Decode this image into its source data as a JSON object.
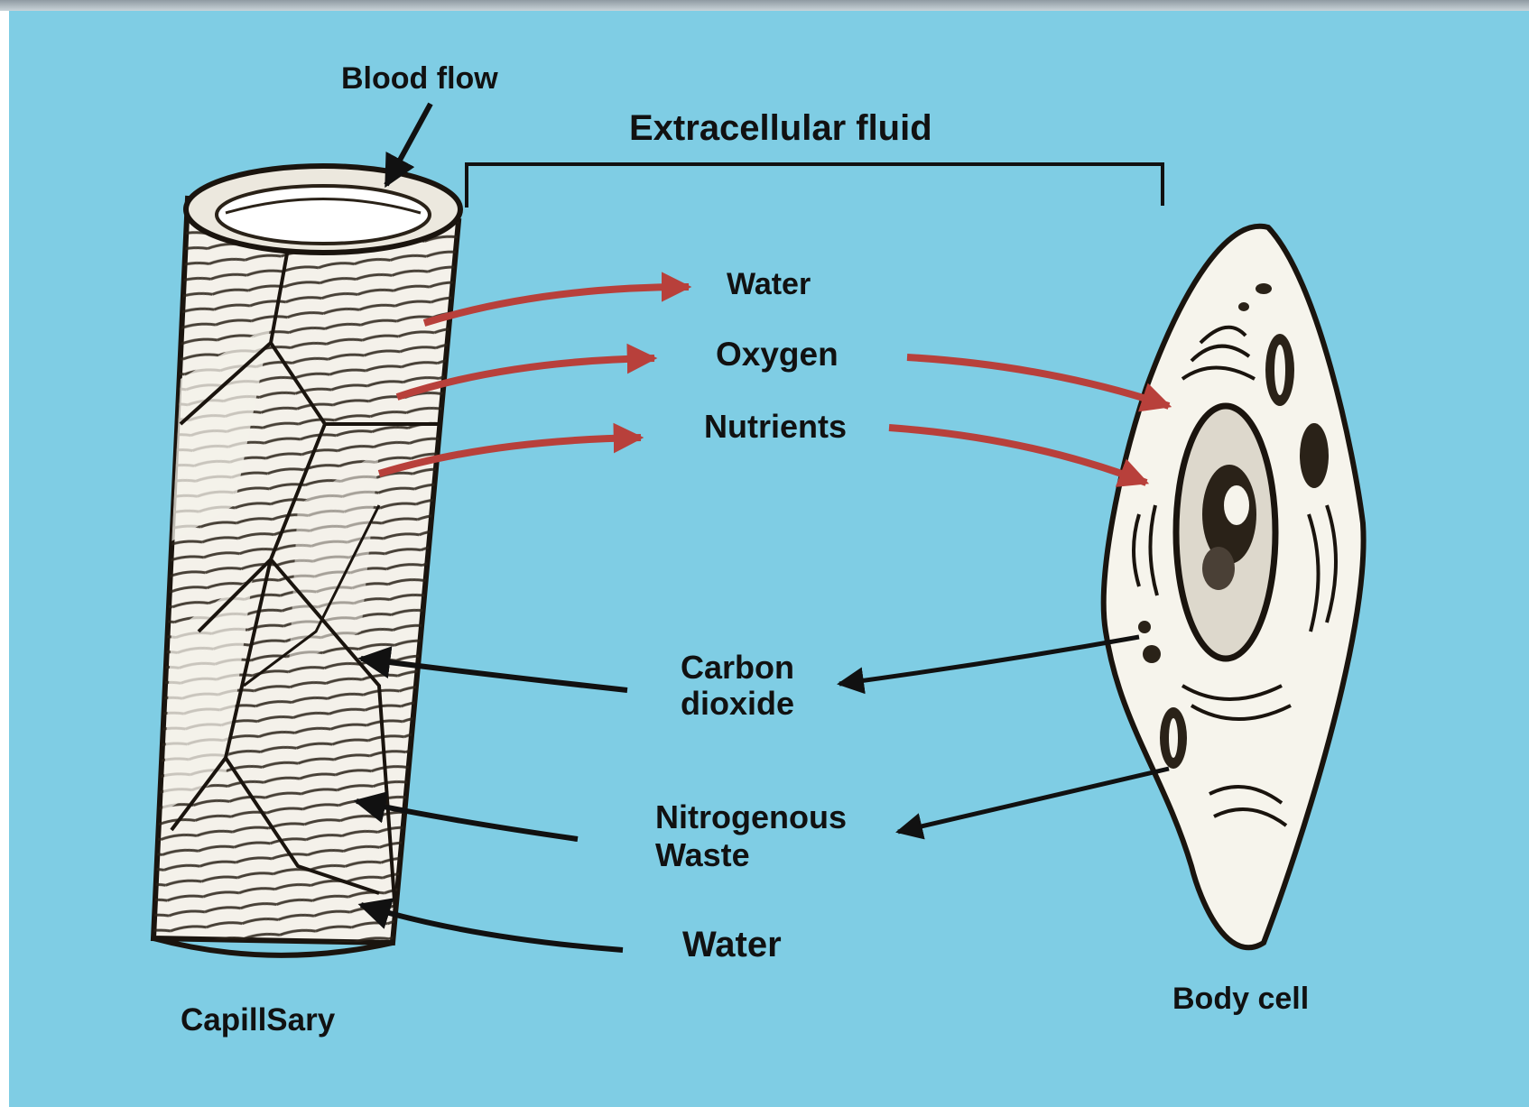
{
  "colors": {
    "background": "#7fcde4",
    "inflow_arrow": "#b8403b",
    "outflow_arrow": "#111111",
    "vessel": "#f4f1ea",
    "cell": "#f6f4ec"
  },
  "labels": {
    "blood_flow": "Blood flow",
    "extracellular_fluid": "Extracellular fluid",
    "water_in": "Water",
    "oxygen": "Oxygen",
    "nutrients": "Nutrients",
    "carbon_dioxide_line1": "Carbon",
    "carbon_dioxide_line2": "dioxide",
    "nitrogenous_waste_line1": "Nitrogenous",
    "nitrogenous_waste_line2": "Waste",
    "water_out": "Water",
    "capillary": "CapillSary",
    "body_cell": "Body cell"
  },
  "icons": [
    "capillary-illustration",
    "body-cell-illustration",
    "arrow-icon"
  ]
}
